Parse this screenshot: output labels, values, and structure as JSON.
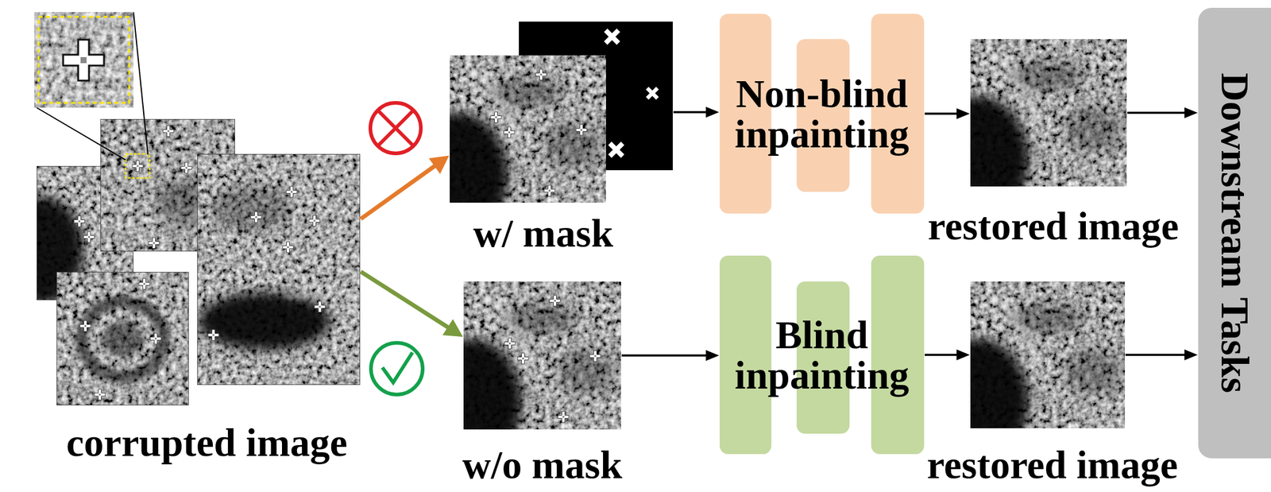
{
  "diagram": {
    "nodes": [
      {
        "text": [
          "corrupted image"
        ]
      },
      {
        "text": [
          "w/ mask"
        ]
      },
      {
        "text": [
          "Non-blind inpainting"
        ]
      },
      {
        "text": [
          "restored image"
        ]
      },
      {
        "text": [
          "w/o mask"
        ]
      },
      {
        "text": [
          "Blind inpainting"
        ]
      },
      {
        "text": [
          "restored image"
        ]
      },
      {
        "text": [
          "Downstream Tasks"
        ]
      }
    ],
    "edges": [
      {
        "from": 0,
        "to": 1,
        "arrow": "to"
      },
      {
        "from": 1,
        "to": 2,
        "arrow": "to"
      },
      {
        "from": 2,
        "to": 3,
        "arrow": "to"
      },
      {
        "from": 3,
        "to": 7,
        "arrow": "to"
      },
      {
        "from": 0,
        "to": 4,
        "arrow": "to"
      },
      {
        "from": 4,
        "to": 5,
        "arrow": "to"
      },
      {
        "from": 5,
        "to": 6,
        "arrow": "to"
      },
      {
        "from": 6,
        "to": 7,
        "arrow": "to"
      }
    ]
  }
}
